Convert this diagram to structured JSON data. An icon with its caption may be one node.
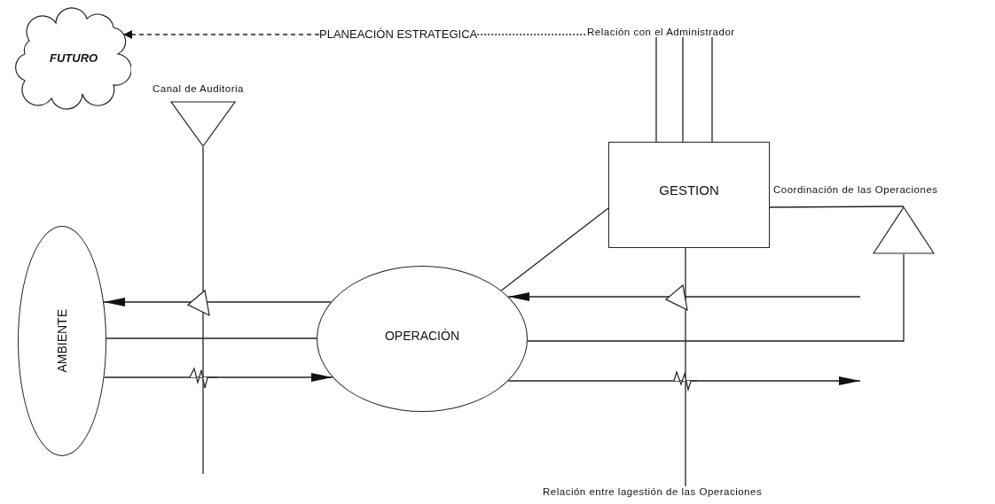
{
  "diagram": {
    "nodes": [
      {
        "text": [
          "FUTURO"
        ]
      },
      {
        "text": [
          "PLANEACIÓN ESTRATEGICA"
        ]
      },
      {
        "text": [
          "Relación con el Administrador"
        ]
      },
      {
        "text": [
          "Canal de Auditoria"
        ]
      },
      {
        "text": [
          "AMBIENTE"
        ]
      },
      {
        "text": [
          "OPERACIÒN"
        ]
      },
      {
        "text": [
          "GESTION"
        ]
      },
      {
        "text": [
          "Coordinación de las Operaciones"
        ]
      },
      {
        "text": [
          "Relación entre lagestión de las Operaciones"
        ]
      }
    ],
    "edges": [
      {
        "from": 1,
        "to": 0,
        "arrow": "to",
        "style": "dashed"
      },
      {
        "from": 1,
        "to": 2,
        "arrow": "none",
        "style": "dashed"
      },
      {
        "from": 6,
        "to": 2,
        "arrow": "none"
      },
      {
        "from": 6,
        "to": 2,
        "arrow": "none"
      },
      {
        "from": 6,
        "to": 2,
        "arrow": "none"
      },
      {
        "from": 6,
        "to": 5,
        "arrow": "none"
      },
      {
        "from": 6,
        "to": 7,
        "arrow": "none"
      },
      {
        "from": 7,
        "to": 5,
        "arrow": "none"
      },
      {
        "from": 4,
        "to": 5,
        "arrow": "none"
      },
      {
        "from": 5,
        "to": 4,
        "arrow": "to"
      },
      {
        "from": 4,
        "to": 5,
        "arrow": "to"
      },
      {
        "from": null,
        "to": 5,
        "arrow": "to"
      },
      {
        "from": 5,
        "to": null,
        "arrow": "to"
      },
      {
        "from": 3,
        "to": null,
        "arrow": "none"
      },
      {
        "from": 6,
        "to": 8,
        "arrow": "none"
      }
    ]
  }
}
